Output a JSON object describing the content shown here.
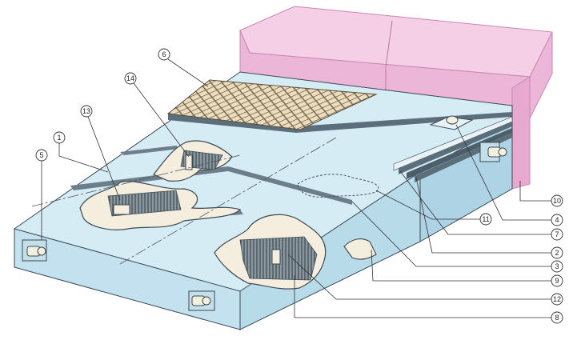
{
  "diagram": {
    "callouts": [
      {
        "id": "c1",
        "label": "1"
      },
      {
        "id": "c2",
        "label": "2"
      },
      {
        "id": "c3",
        "label": "3"
      },
      {
        "id": "c4",
        "label": "4"
      },
      {
        "id": "c5",
        "label": "5"
      },
      {
        "id": "c6",
        "label": "6"
      },
      {
        "id": "c7",
        "label": "7"
      },
      {
        "id": "c8",
        "label": "8"
      },
      {
        "id": "c9",
        "label": "9"
      },
      {
        "id": "c10",
        "label": "10"
      },
      {
        "id": "c11",
        "label": "11"
      },
      {
        "id": "c12",
        "label": "12"
      },
      {
        "id": "c13",
        "label": "13"
      },
      {
        "id": "c14",
        "label": "14"
      }
    ],
    "colors": {
      "wall_top": "#f4cfe6",
      "wall_front": "#ecb6d8",
      "wall_edge": "#d98fbf",
      "block_top": "#d6ecf5",
      "block_front": "#c3e1ee",
      "block_side": "#aed3e4",
      "layer_dark": "#5b6f7b",
      "layer_light": "#e8f2f7",
      "cutout_fill": "#f5eedf",
      "cutout_edge": "#3d4a52",
      "fiber_dark": "#4e5b63",
      "mesh_fill": "#ecdcc0",
      "mesh_line": "#6f5f45",
      "bolt": "#f3f0df",
      "line": "#333333"
    }
  }
}
